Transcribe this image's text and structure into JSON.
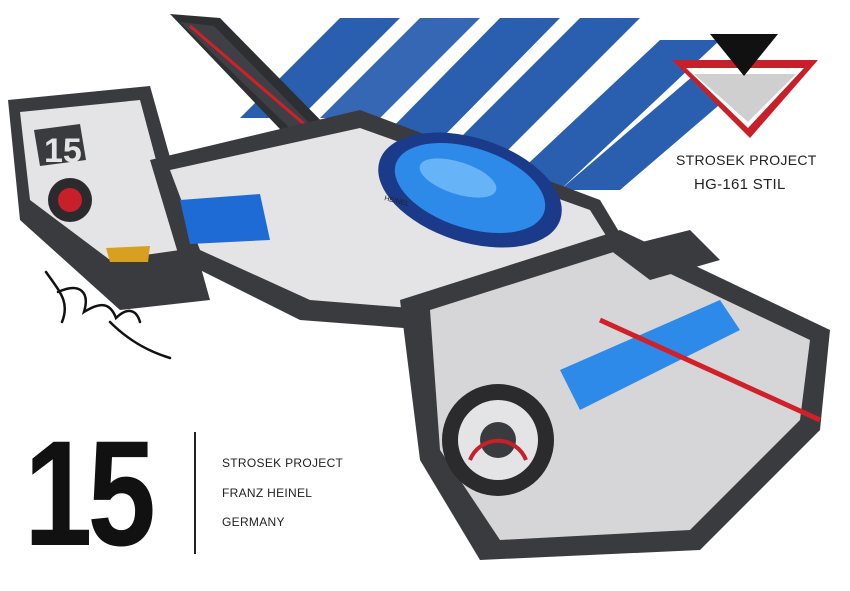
{
  "emblem": {
    "icon": "strosek-emblem-icon",
    "colors": {
      "outer_red": "#c8202a",
      "inner_grey": "#cfcfcf",
      "top_black": "#111111"
    }
  },
  "stripes": {
    "color": "#2a5fb0",
    "count": 6
  },
  "project": {
    "title": "STROSEK PROJECT",
    "model": "HG-161 STIL"
  },
  "number": "15",
  "info": {
    "team": "STROSEK PROJECT",
    "driver": "FRANZ  HEINEL",
    "country": "GERMANY"
  },
  "car": {
    "body_number": "15",
    "driver_tag": "HEINEL",
    "colors": {
      "body": "#3a3b3f",
      "panel": "#e4e4e6",
      "canopy": "#1f6bd6",
      "accent_red": "#d0202a",
      "accent_blue": "#2d8ae8"
    }
  },
  "signature": {
    "icon": "artist-signature-icon"
  }
}
